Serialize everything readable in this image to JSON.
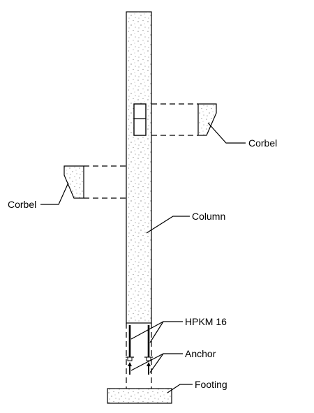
{
  "labels": {
    "corbel_right": "Corbel",
    "corbel_left": "Corbel",
    "column": "Column",
    "connector": "HPKM 16",
    "anchor": "Anchor",
    "footing": "Footing"
  },
  "colors": {
    "line": "#000000",
    "background": "#ffffff",
    "speckle": "#555555"
  }
}
